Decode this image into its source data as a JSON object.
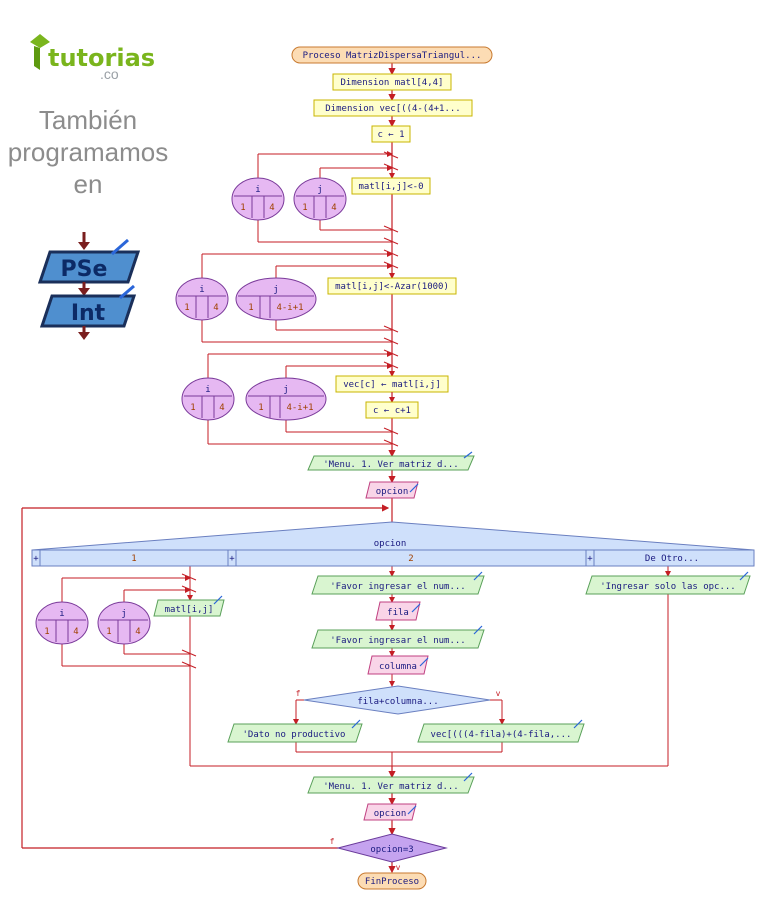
{
  "brand": {
    "logo_text": "tutorias",
    "logo_domain": ".co",
    "tagline_lines": [
      "También",
      "programamos",
      "en"
    ],
    "pseint_top": "PSe",
    "pseint_bottom": "Int"
  },
  "flowchart": {
    "start": "Proceso MatrizDispersaTriangul...",
    "dim1": "Dimension matl[4,4]",
    "dim2": "Dimension vec[((4-(4+1...",
    "assign_c": "c ← 1",
    "loop_i_label": "i",
    "loop_j_label": "j",
    "loop1_i_from": "1",
    "loop1_i_to": "4",
    "loop1_j_from": "1",
    "loop1_j_to": "4",
    "loop1_body": "matl[i,j]<-0",
    "loop2_i_from": "1",
    "loop2_i_to": "4",
    "loop2_j_from": "1",
    "loop2_j_to": "4-i+1",
    "loop2_body": "matl[i,j]<-Azar(1000)",
    "loop3_i_from": "1",
    "loop3_i_to": "4",
    "loop3_j_from": "1",
    "loop3_j_to": "4-i+1",
    "loop3_body1": "vec[c] ← matl[i,j]",
    "loop3_body2": "c ← c+1",
    "menu1": "'Menu. 1. Ver matriz d...",
    "read_opcion": "opcion",
    "switch_label": "opcion",
    "case1": "1",
    "case2": "2",
    "case_other": "De Otro...",
    "case_plus": "+",
    "loop4_i_from": "1",
    "loop4_i_to": "4",
    "loop4_j_from": "1",
    "loop4_j_to": "4",
    "loop4_body": "matl[i,j]",
    "write_fila_prompt": "'Favor ingresar el num...",
    "read_fila": "fila",
    "write_col_prompt": "'Favor ingresar el num...",
    "read_columna": "columna",
    "if_cond": "fila+columna...",
    "if_false": "f",
    "if_true": "v",
    "no_productivo": "'Dato no productivo",
    "vec_expr": "vec[(((4-fila)+(4-fila,...",
    "other_msg": "'Ingresar solo las opc...",
    "menu2": "'Menu. 1. Ver matriz d...",
    "read_opcion2": "opcion",
    "until_cond": "opcion=3",
    "until_false": "f",
    "until_true": "v",
    "end": "FinProceso"
  },
  "colors": {
    "line": "#c41e25",
    "process_fill": "#ffffcc",
    "process_border": "#c8b400",
    "io_fill": "#d9f5d0",
    "io_border": "#5aa05a",
    "read_fill": "#f9d5e8",
    "read_border": "#c04080",
    "loop_fill": "#e6b8f2",
    "loop_border": "#7a3a9a",
    "decision_fill": "#cfe0fb",
    "decision_border": "#6a7fc0",
    "until_fill": "#c5a3ef",
    "terminal_fill": "#fcdcb4",
    "terminal_border": "#c87a30",
    "text": "#1a1a80",
    "brand_green": "#7ab51d"
  }
}
